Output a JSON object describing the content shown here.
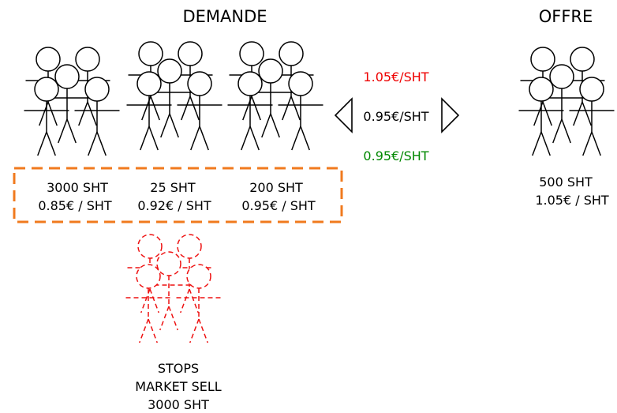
{
  "headers": {
    "demand": "DEMANDE",
    "offer": "OFFRE"
  },
  "demand_orders": [
    {
      "quantity": "3000 SHT",
      "price": "0.85€ / SHT"
    },
    {
      "quantity": "25 SHT",
      "price": "0.92€ / SHT"
    },
    {
      "quantity": "200 SHT",
      "price": "0.95€ / SHT"
    }
  ],
  "offer_order": {
    "quantity": "500 SHT",
    "price": "1.05€ / SHT"
  },
  "spread": {
    "ask": "1.05€/SHT",
    "current": "0.95€/SHT",
    "bid": "0.95€/SHT"
  },
  "stops": {
    "line1": "STOPS",
    "line2": "MARKET SELL",
    "line3": "3000 SHT"
  },
  "colors": {
    "ask": "#ee0000",
    "bid": "#008800",
    "stops": "#ee1111",
    "box": "#f07a1e",
    "figure": "#000000"
  }
}
